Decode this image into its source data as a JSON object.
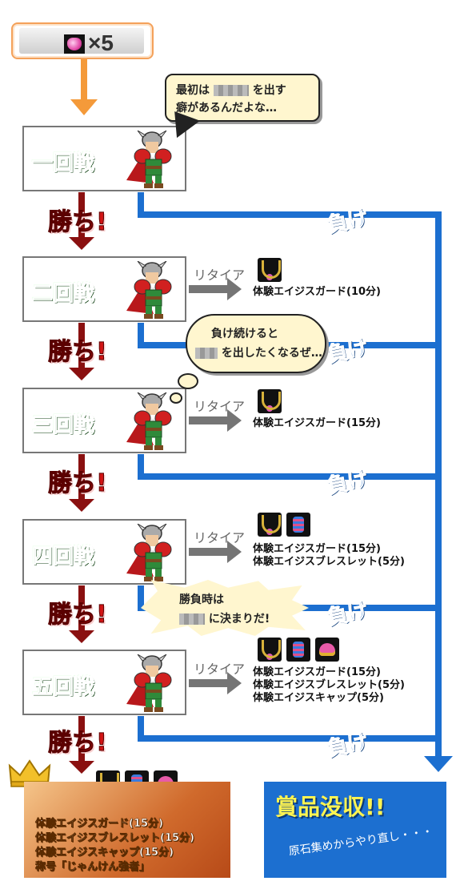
{
  "cost": {
    "multiplier": "×5"
  },
  "rounds": [
    {
      "label": "一回戦"
    },
    {
      "label": "二回戦"
    },
    {
      "label": "三回戦"
    },
    {
      "label": "四回戦"
    },
    {
      "label": "五回戦"
    }
  ],
  "win_label": "勝ち!",
  "lose_label": "負け",
  "retire_label": "リタイア",
  "prizes": {
    "round2": [
      "体験エイジスガード(10分)"
    ],
    "round3": [
      "体験エイジスガード(15分)"
    ],
    "round4": [
      "体験エイジスガード(15分)",
      "体験エイジスブレスレット(5分)"
    ],
    "round5": [
      "体験エイジスガード(15分)",
      "体験エイジスブレスレット(5分)",
      "体験エイジスキャップ(5分)"
    ]
  },
  "bubbles": {
    "b1_line1_pre": "最初は",
    "b1_line1_post": "を出す",
    "b1_line2": "癖があるんだよな…",
    "b2_line1": "負け続けると",
    "b2_line2": "を出したくなるぜ…",
    "b3_line1": "勝負時は",
    "b3_line2": "に決まりだ!"
  },
  "champion": {
    "items": [
      "体験エイジスガード(15分)",
      "体験エイジスブレスレット(15分)",
      "体験エイジスキャップ(15分)",
      "称号「じゃんけん強者」"
    ]
  },
  "confiscation": {
    "title": "賞品没収!!",
    "subtitle": "原石集めからやり直し・・・"
  },
  "colors": {
    "win_red": "#d11515",
    "lose_blue": "#1c6fd0",
    "round_green": "#1f7a23",
    "cost_orange": "#f49a3a"
  }
}
